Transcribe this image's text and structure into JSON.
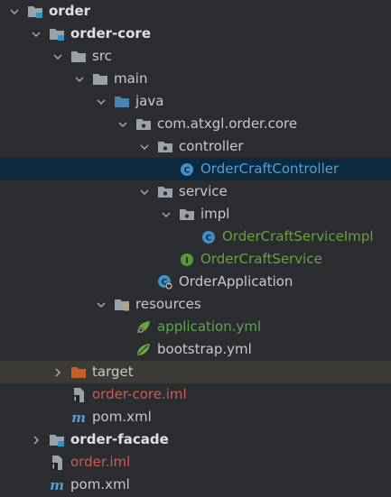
{
  "tree": {
    "items": [
      {
        "label": "order"
      },
      {
        "label": "order-core"
      },
      {
        "label": "src"
      },
      {
        "label": "main"
      },
      {
        "label": "java"
      },
      {
        "label": "com.atxgl.order.core"
      },
      {
        "label": "controller"
      },
      {
        "label": "OrderCraftController"
      },
      {
        "label": "service"
      },
      {
        "label": "impl"
      },
      {
        "label": "OrderCraftServiceImpl"
      },
      {
        "label": "OrderCraftService"
      },
      {
        "label": "OrderApplication"
      },
      {
        "label": "resources"
      },
      {
        "label": "application.yml"
      },
      {
        "label": "bootstrap.yml"
      },
      {
        "label": "target"
      },
      {
        "label": "order-core.iml"
      },
      {
        "label": "pom.xml"
      },
      {
        "label": "order-facade"
      },
      {
        "label": "order.iml"
      },
      {
        "label": "pom.xml"
      }
    ]
  },
  "colors": {
    "background": "#2b2d30",
    "selected_row": "#0d293e",
    "excluded_row": "#3d3b36",
    "folder": "#9aa1ab",
    "module_badge": "#3592c4",
    "target_folder": "#c75e2a",
    "class_icon": "#3d8fc7",
    "interface_icon": "#4f9b3a",
    "spring_green": "#6aaa3c",
    "iml_red": "#d05c4f",
    "maven_blue": "#4f9fda"
  }
}
